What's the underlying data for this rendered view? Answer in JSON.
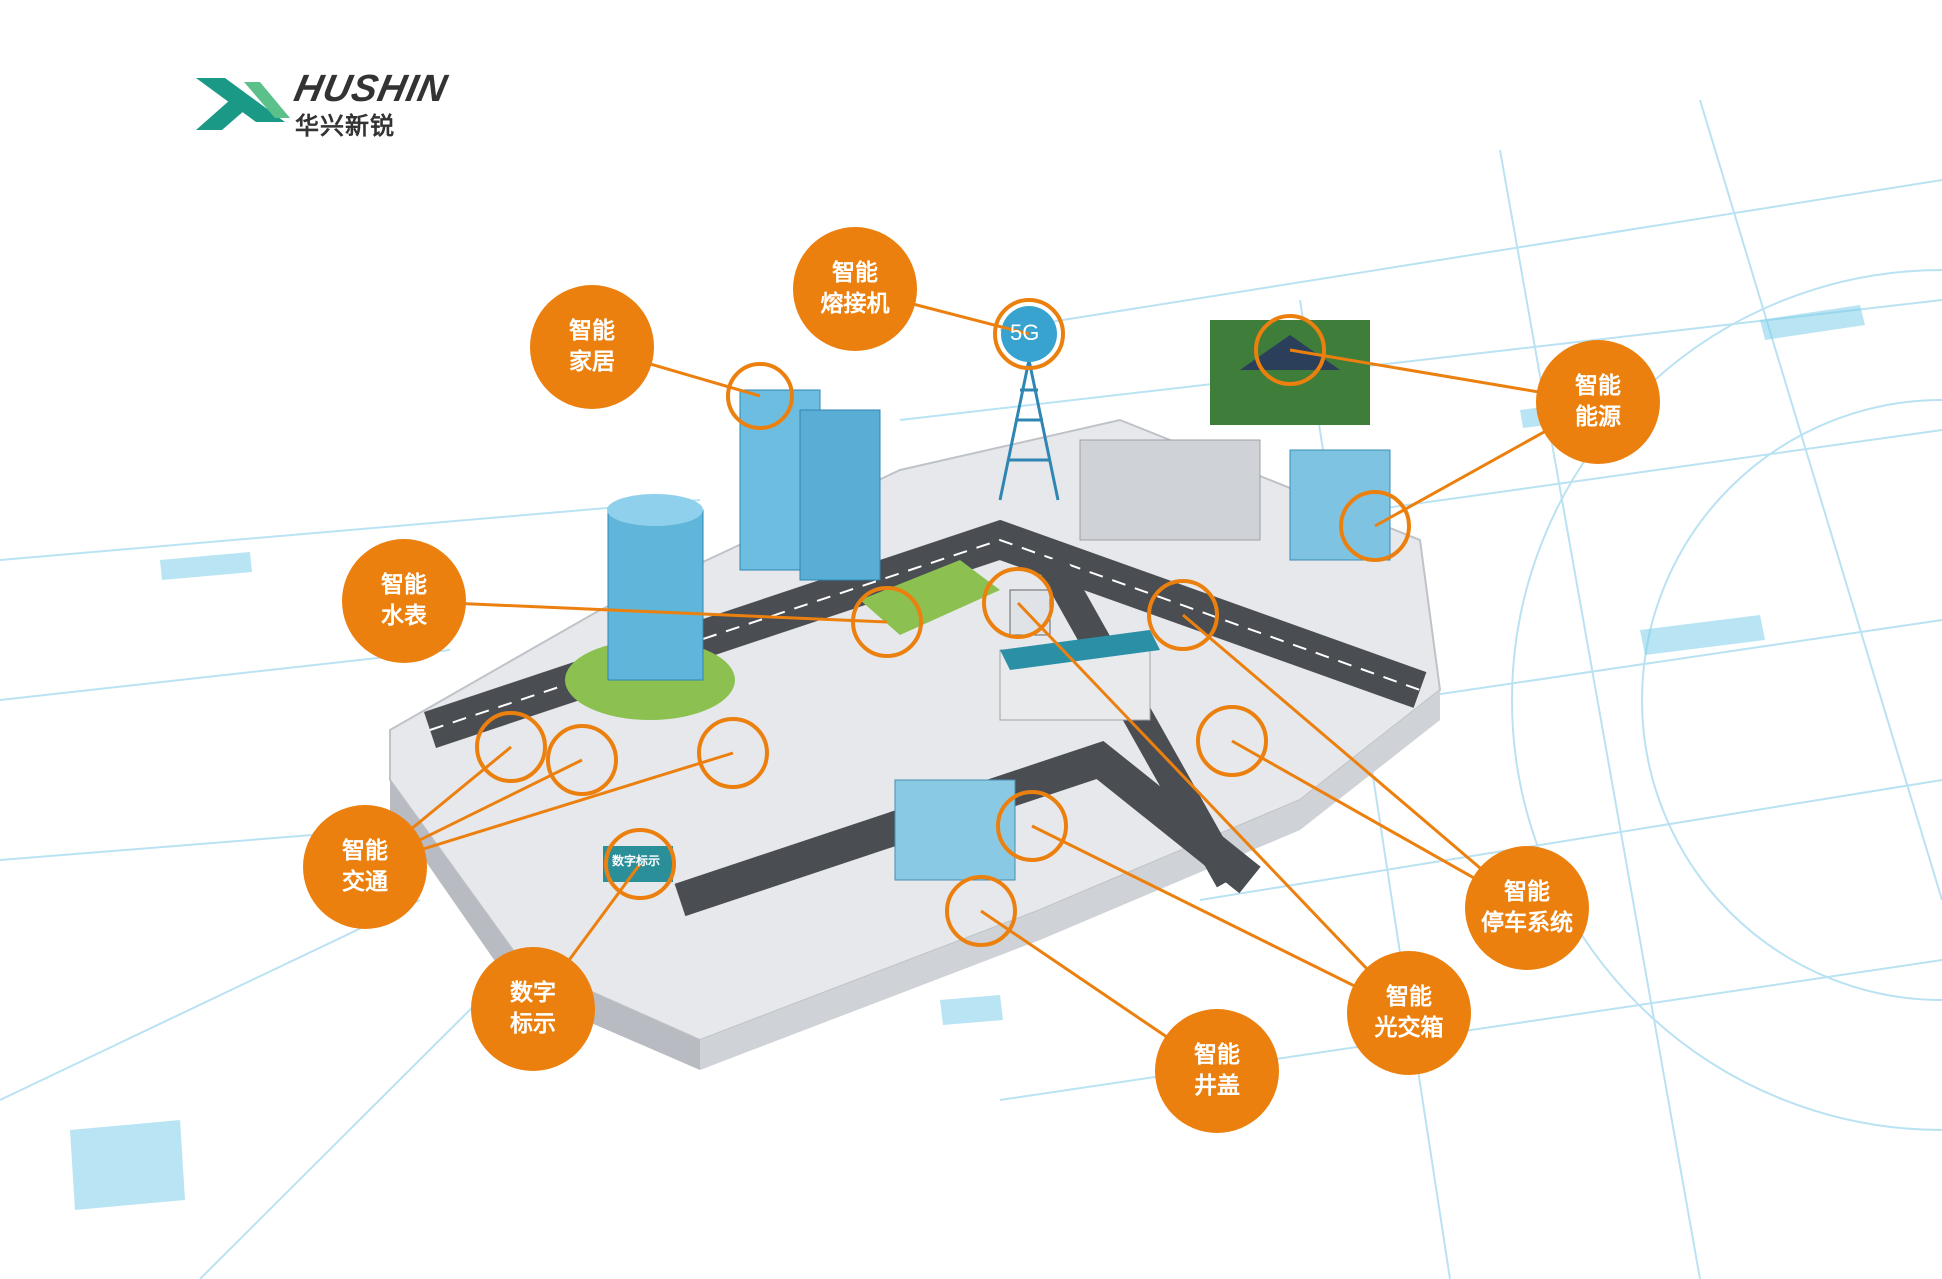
{
  "logo": {
    "english": "HUSHIN",
    "chinese": "华兴新锐"
  },
  "colors": {
    "accent": "#ec800f",
    "logo_green": "#1a9a86",
    "grid_blue": "#9fd6ee"
  },
  "tower_label": "5G",
  "sign_label": "数字标示",
  "callouts": [
    {
      "id": "smart-home",
      "line1": "智能",
      "line2": "家居"
    },
    {
      "id": "smart-fusion-splicer",
      "line1": "智能",
      "line2": "熔接机"
    },
    {
      "id": "smart-energy",
      "line1": "智能",
      "line2": "能源"
    },
    {
      "id": "smart-water-meter",
      "line1": "智能",
      "line2": "水表"
    },
    {
      "id": "smart-traffic",
      "line1": "智能",
      "line2": "交通"
    },
    {
      "id": "digital-signage",
      "line1": "数字",
      "line2": "标示"
    },
    {
      "id": "smart-manhole",
      "line1": "智能",
      "line2": "井盖"
    },
    {
      "id": "smart-fiber-box",
      "line1": "智能",
      "line2": "光交箱"
    },
    {
      "id": "smart-parking",
      "line1": "智能",
      "line2": "停车系统"
    }
  ]
}
